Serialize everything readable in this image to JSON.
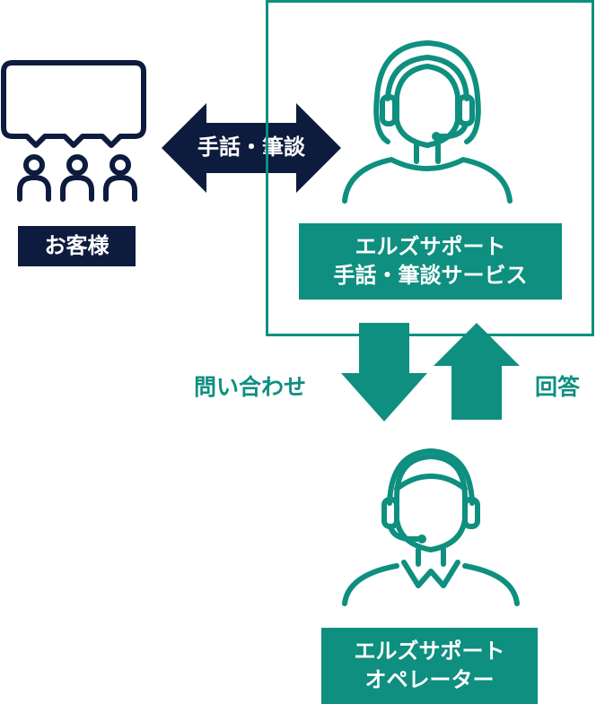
{
  "customer": {
    "label": "お客様",
    "color": "#0d1b3e"
  },
  "relay_arrow": {
    "label": "手話・筆談"
  },
  "support_service": {
    "line1": "エルズサポート",
    "line2": "手話・筆談サービス"
  },
  "inquiry": {
    "label": "問い合わせ"
  },
  "answer": {
    "label": "回答"
  },
  "operator": {
    "line1": "エルズサポート",
    "line2": "オペレーター"
  },
  "colors": {
    "teal": "#0e8f80",
    "navy": "#0d1b3e"
  },
  "icons": [
    "speech-bubble-icon",
    "people-group-icon",
    "female-headset-agent-icon",
    "male-headset-operator-icon",
    "down-arrow-icon",
    "up-arrow-icon",
    "double-arrow-icon"
  ]
}
